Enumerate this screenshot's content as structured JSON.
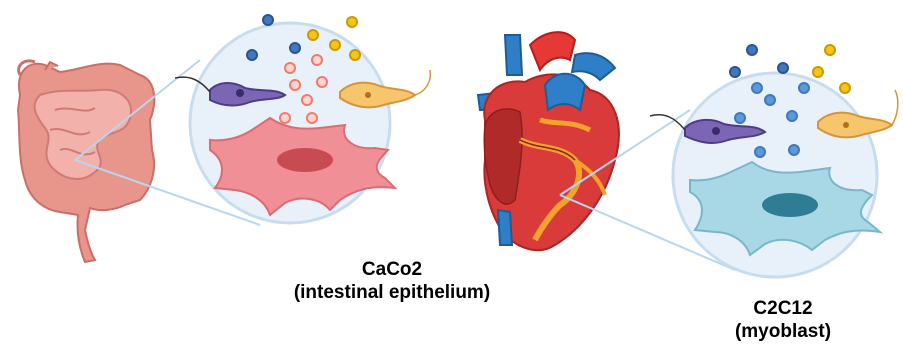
{
  "panels": [
    {
      "organ": "intestine-icon",
      "cell_line": "CaCo2",
      "tissue": "(intestinal epithelium)",
      "cell_color": "#f08f95",
      "magnifier_color": "#e8f1f9"
    },
    {
      "organ": "heart-icon",
      "cell_line": "C2C12",
      "tissue": "(myoblast)",
      "cell_color": "#a8d8e6",
      "magnifier_color": "#e8f1f9"
    }
  ],
  "colors": {
    "trypanosome_purple": "#7a66b5",
    "trypanosome_yellow": "#f6c56c",
    "particle_blue": "#3f78bd",
    "particle_light_blue": "#5b9ad8",
    "particle_red": "#f07a6c",
    "particle_yellow": "#f5c518",
    "zoom_lines": "#b9d6ee"
  }
}
